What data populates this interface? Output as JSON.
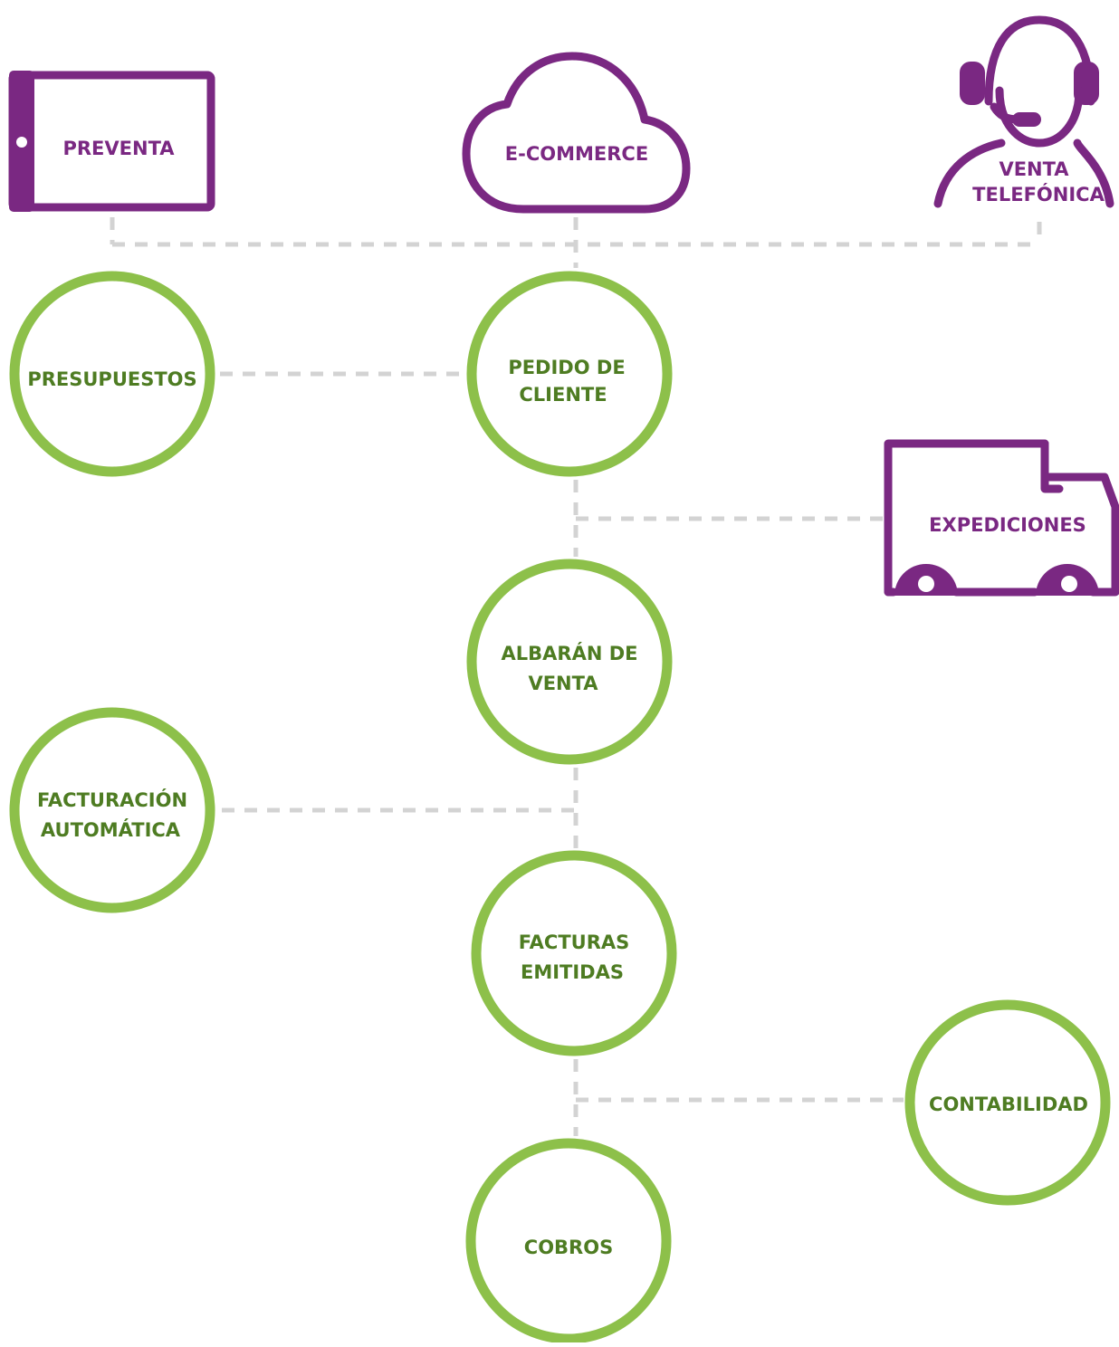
{
  "channels": {
    "preventa": {
      "label": "PREVENTA",
      "icon": "tablet-icon"
    },
    "ecommerce": {
      "label": "E-COMMERCE",
      "icon": "cloud-icon"
    },
    "venta_telefonica": {
      "line1": "VENTA",
      "line2": "TELEFÓNICA",
      "icon": "headset-agent-icon"
    }
  },
  "nodes": {
    "presupuestos": {
      "line1": "PRESUPUESTOS"
    },
    "pedido_cliente": {
      "line1": "PEDIDO DE",
      "line2": "CLIENTE"
    },
    "expediciones": {
      "label": "EXPEDICIONES",
      "icon": "truck-icon"
    },
    "albaran_venta": {
      "line1": "ALBARÁN DE",
      "line2": "VENTA"
    },
    "facturacion_automatica": {
      "line1": "FACTURACIÓN",
      "line2": "AUTOMÁTICA"
    },
    "facturas_emitidas": {
      "line1": "FACTURAS",
      "line2": "EMITIDAS"
    },
    "contabilidad": {
      "line1": "CONTABILIDAD"
    },
    "cobros": {
      "line1": "COBROS"
    }
  },
  "colors": {
    "purple": "#7a2882",
    "green_stroke": "#8dc04a",
    "green_text": "#4e7c22",
    "connector": "#d3d3d3"
  }
}
